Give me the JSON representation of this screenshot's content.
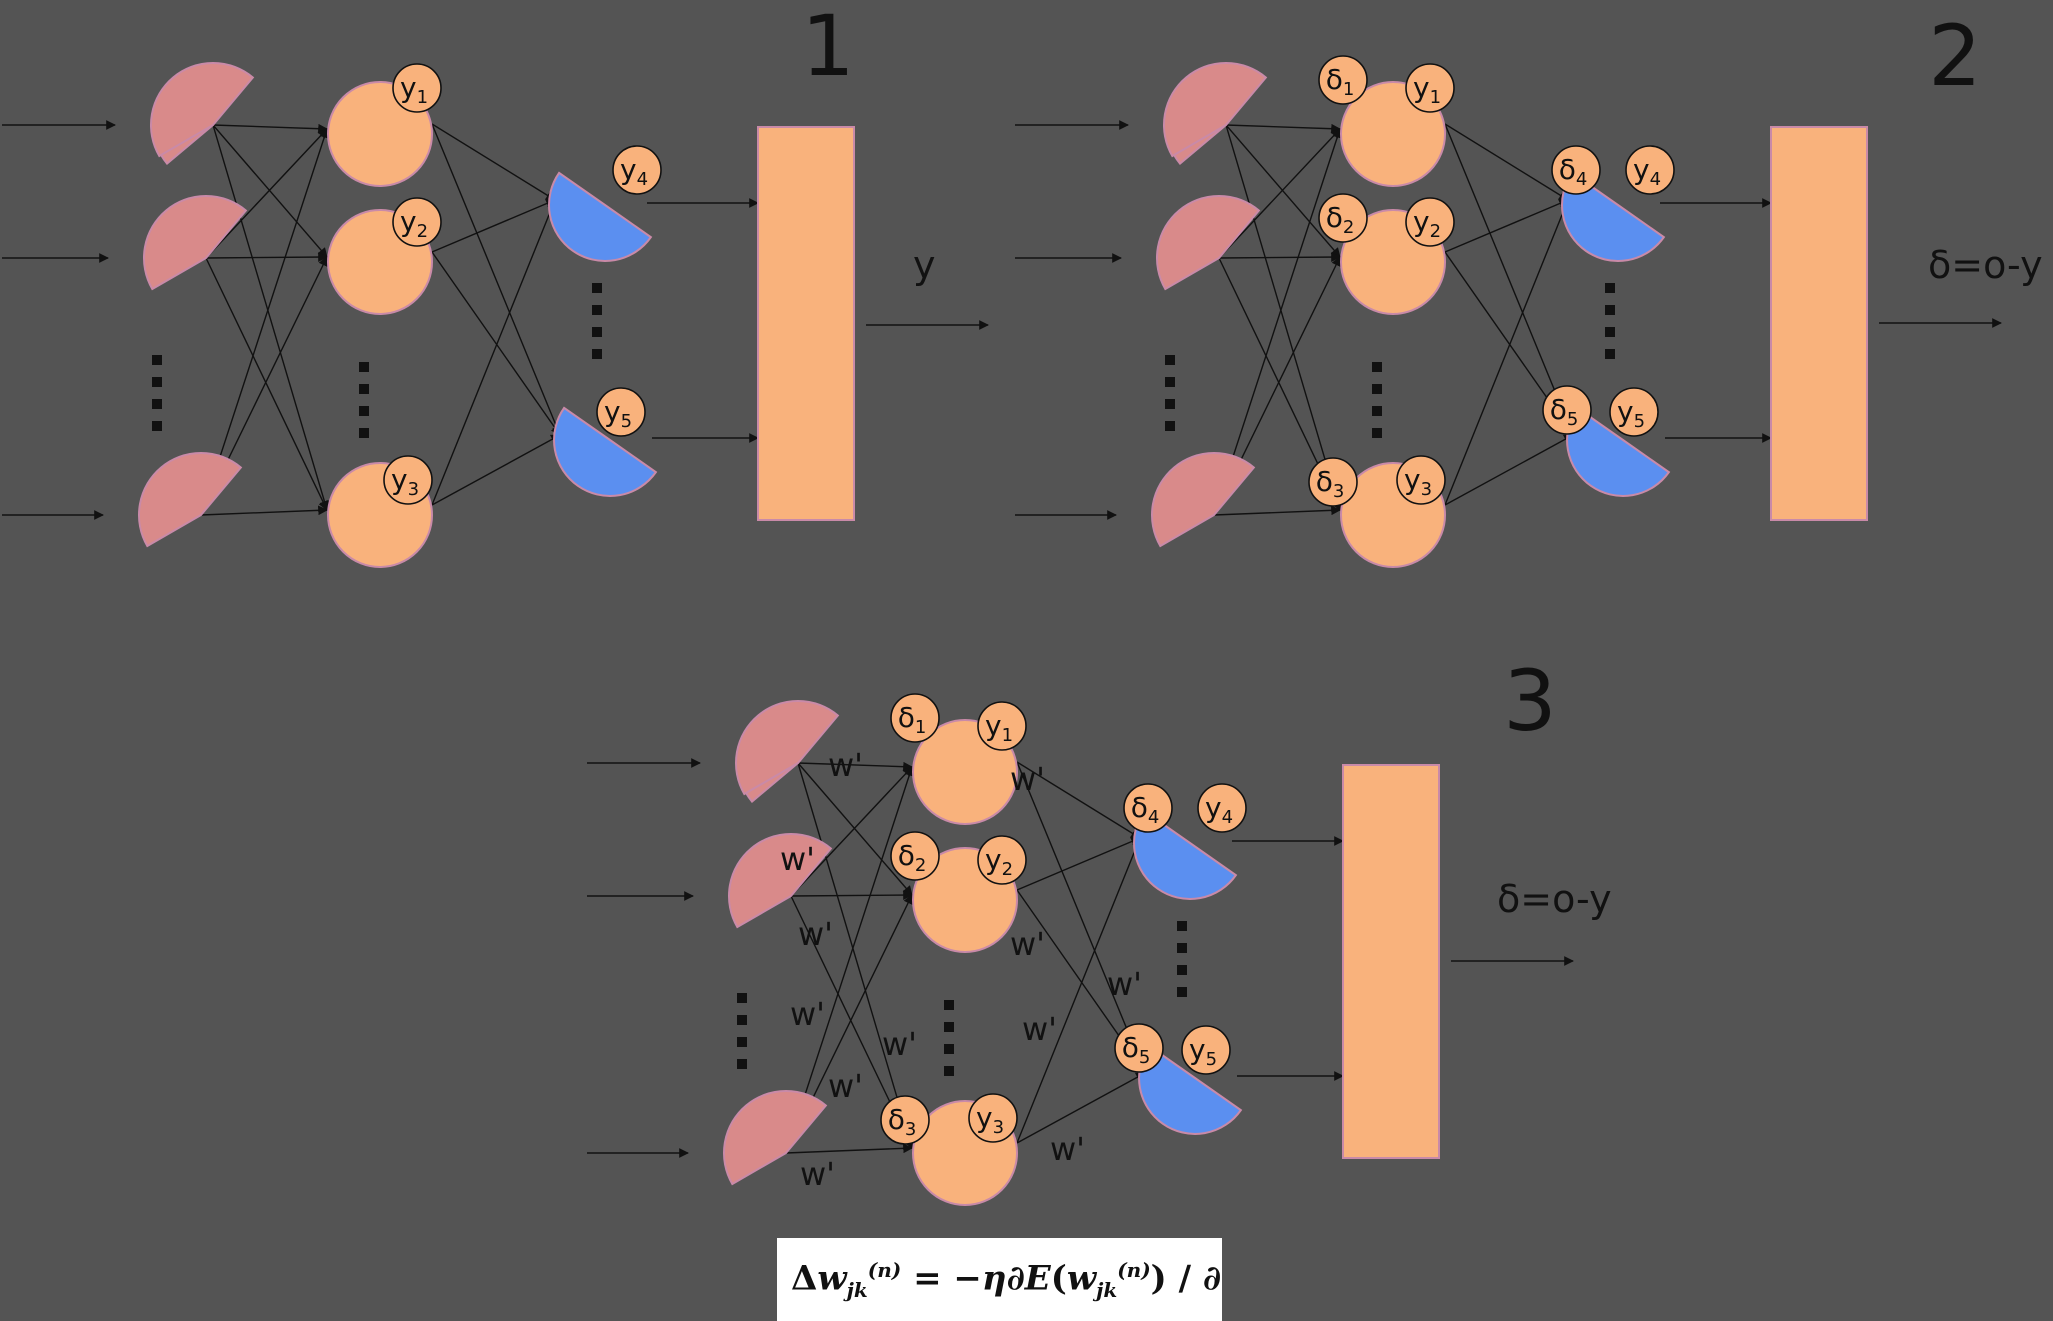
{
  "panels": [
    "1",
    "2",
    "3"
  ],
  "labels": {
    "y1": [
      "y",
      "1"
    ],
    "y2": [
      "y",
      "2"
    ],
    "y3": [
      "y",
      "3"
    ],
    "y4": [
      "y",
      "4"
    ],
    "y5": [
      "y",
      "5"
    ],
    "d1": [
      "δ",
      "1"
    ],
    "d2": [
      "δ",
      "2"
    ],
    "d3": [
      "δ",
      "3"
    ],
    "d4": [
      "δ",
      "4"
    ],
    "d5": [
      "δ",
      "5"
    ],
    "output1": "y",
    "output2": "δ=o-y",
    "output3": "δ=o-y",
    "weight": "w'"
  },
  "formula": "Δw_jk^(n) = −η∂E(w_jk^(n)) / ∂w_jk^(n)",
  "colors": {
    "background": "#545454",
    "input_node": "#d98a8a",
    "hidden_node": "#f9b27c",
    "output_node": "#5b8ff0",
    "output_block": "#f9b27c",
    "edge": "#111111"
  }
}
